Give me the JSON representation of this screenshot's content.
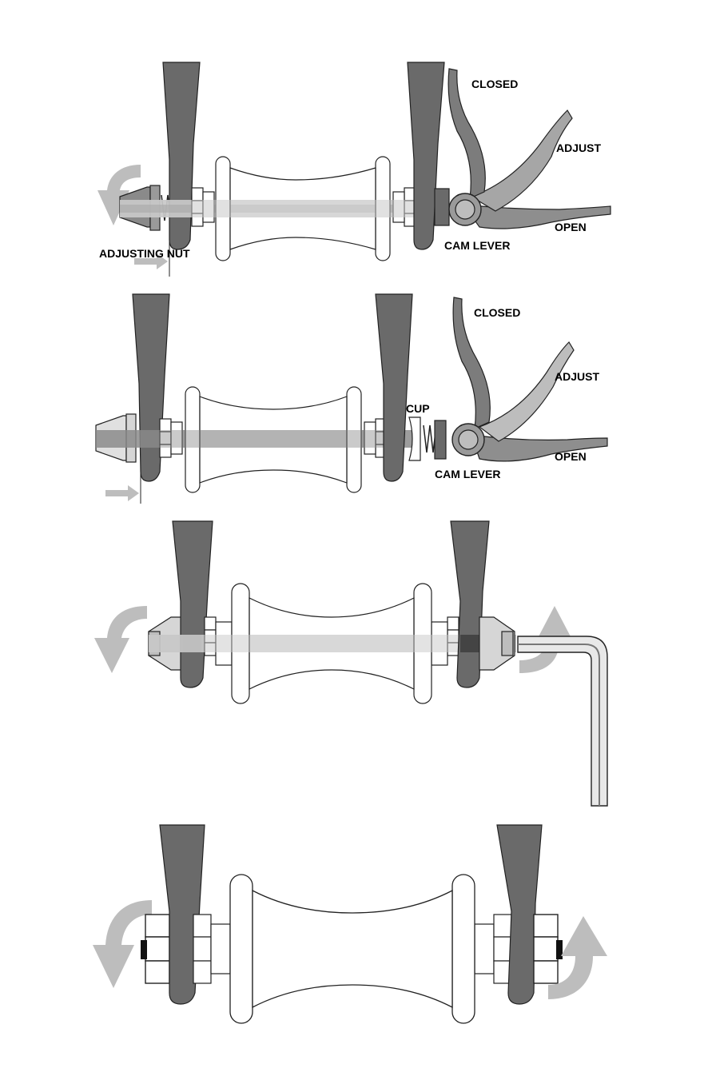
{
  "panels": [
    {
      "id": "panel-1",
      "labels": {
        "closed": "CLOSED",
        "adjust": "ADJUST",
        "open": "OPEN",
        "cam_lever": "CAM LEVER",
        "adjusting_nut": "ADJUSTING NUT"
      }
    },
    {
      "id": "panel-2",
      "labels": {
        "closed": "CLOSED",
        "adjust": "ADJUST",
        "open": "OPEN",
        "cup": "CUP",
        "cam_lever": "CAM LEVER"
      }
    },
    {
      "id": "panel-3",
      "labels": {}
    },
    {
      "id": "panel-4",
      "labels": {}
    }
  ],
  "colors": {
    "fork": "#6a6a6a",
    "arrow": "#bdbdbd",
    "axle": "#c8c8c8",
    "lever_closed": "#7c7c7c",
    "lever_adjust": "#a6a6a6",
    "lever_open": "#8e8e8e",
    "outline": "#222222"
  },
  "icons": [
    "rotate-arrow-icon",
    "push-arrow-icon",
    "hex-key-icon"
  ]
}
